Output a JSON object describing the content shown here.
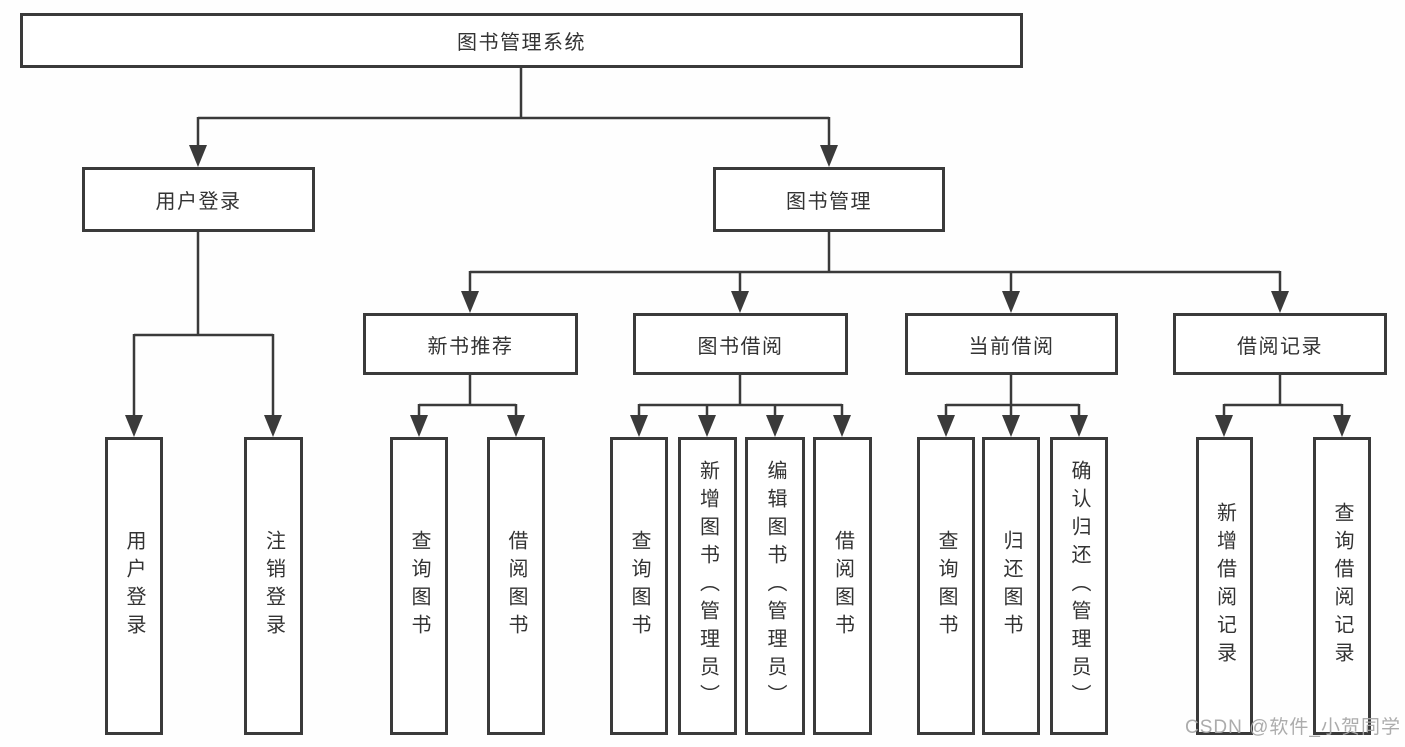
{
  "tree": {
    "root": {
      "label": "图书管理系统"
    },
    "branches": [
      {
        "label": "用户登录",
        "children": [
          {
            "label": "用户登录"
          },
          {
            "label": "注销登录"
          }
        ]
      },
      {
        "label": "图书管理",
        "children": [
          {
            "label": "新书推荐",
            "children": [
              {
                "label": "查询图书"
              },
              {
                "label": "借阅图书"
              }
            ]
          },
          {
            "label": "图书借阅",
            "children": [
              {
                "label": "查询图书"
              },
              {
                "label": "新增图书（管理员）"
              },
              {
                "label": "编辑图书（管理员）"
              },
              {
                "label": "借阅图书"
              }
            ]
          },
          {
            "label": "当前借阅",
            "children": [
              {
                "label": "查询图书"
              },
              {
                "label": "归还图书"
              },
              {
                "label": "确认归还（管理员）"
              }
            ]
          },
          {
            "label": "借阅记录",
            "children": [
              {
                "label": "新增借阅记录"
              },
              {
                "label": "查询借阅记录"
              }
            ]
          }
        ]
      }
    ]
  },
  "watermark": {
    "text": "CSDN @软件_小贺同学"
  },
  "colors": {
    "line": "#3a3a3a",
    "text": "#333333",
    "box_background": "#ffffff",
    "watermark": "#a8a8a8"
  }
}
